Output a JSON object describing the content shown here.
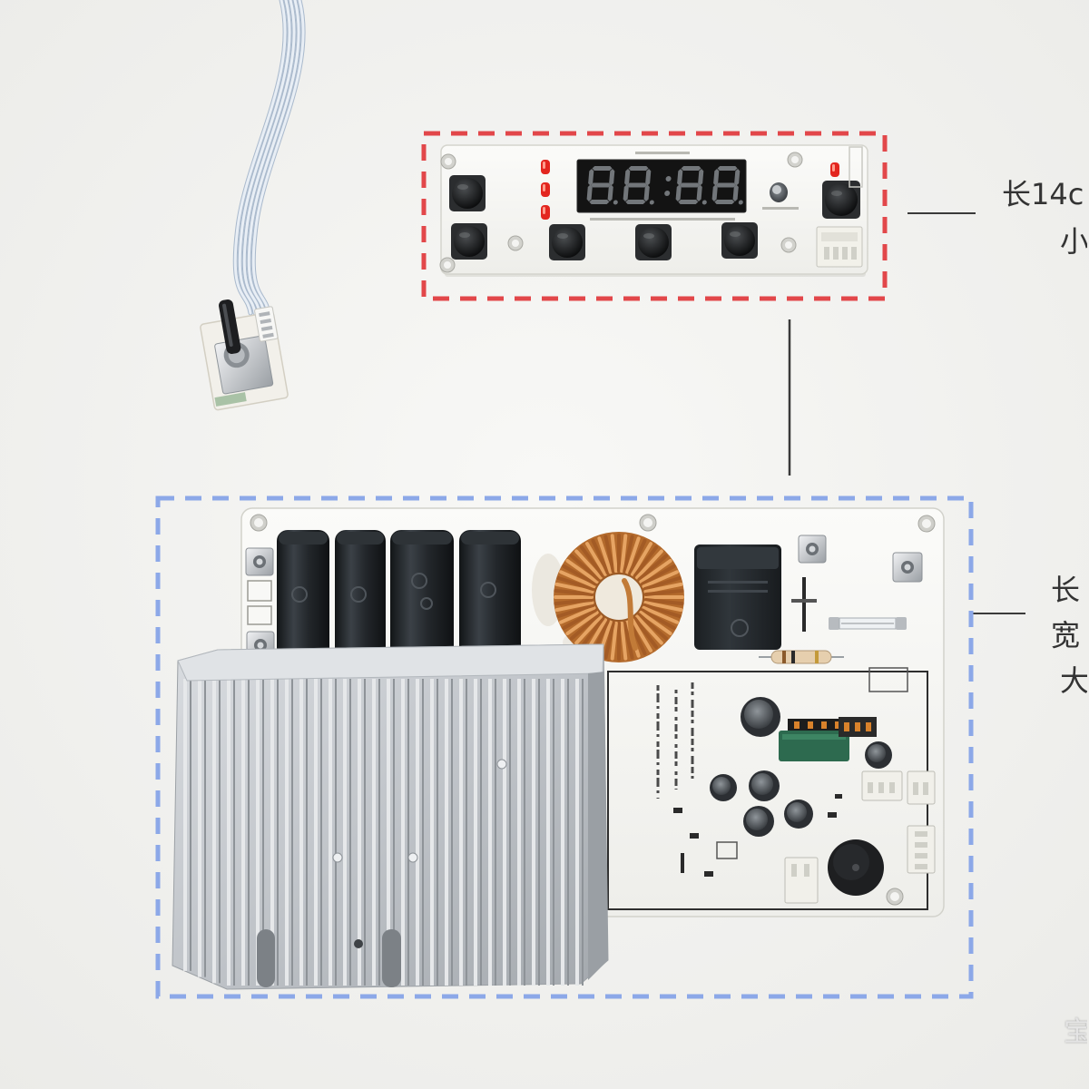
{
  "colors": {
    "background": "#f3f3f1",
    "control_frame": "#e2474a",
    "power_frame": "#8ca8e8",
    "annotation_text": "#333333",
    "leader_line": "#3a3a3a"
  },
  "control_board_annotation": {
    "label_1": "长14c",
    "label_2": "小"
  },
  "power_board_annotation": {
    "label_1": "长",
    "label_2": "宽",
    "label_3": "大"
  },
  "watermark": {
    "text": "宝"
  }
}
